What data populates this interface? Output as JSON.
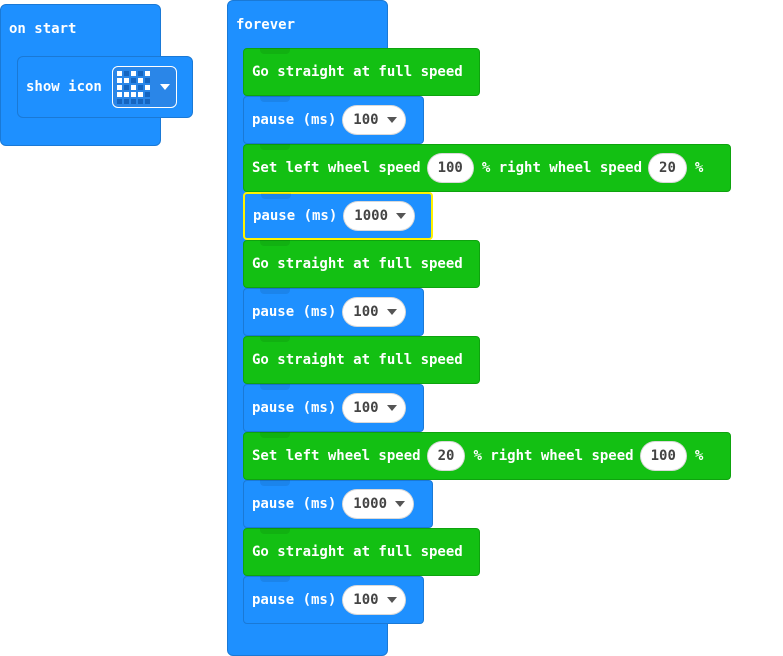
{
  "on_start": {
    "label": "on start",
    "show_icon_label": "show icon",
    "icon_pattern": [
      [
        1,
        0,
        1,
        0,
        1
      ],
      [
        1,
        1,
        0,
        1,
        0
      ],
      [
        1,
        0,
        1,
        0,
        1
      ],
      [
        1,
        1,
        1,
        1,
        0
      ],
      [
        0,
        0,
        0,
        0,
        0
      ]
    ]
  },
  "forever": {
    "label": "forever",
    "blocks": [
      {
        "type": "straight",
        "label": "Go straight at full speed"
      },
      {
        "type": "pause",
        "label": "pause (ms)",
        "value": "100"
      },
      {
        "type": "wheels",
        "left_label": "Set left wheel speed",
        "left_value": "100",
        "right_label": "% right wheel speed",
        "right_value": "20",
        "unit": "%"
      },
      {
        "type": "pause",
        "label": "pause (ms)",
        "value": "1000"
      },
      {
        "type": "straight",
        "label": "Go straight at full speed"
      },
      {
        "type": "pause",
        "label": "pause (ms)",
        "value": "100"
      },
      {
        "type": "straight",
        "label": "Go straight at full speed"
      },
      {
        "type": "pause",
        "label": "pause (ms)",
        "value": "100"
      },
      {
        "type": "wheels",
        "left_label": "Set left wheel speed",
        "left_value": "20",
        "right_label": "% right wheel speed",
        "right_value": "100",
        "unit": "%"
      },
      {
        "type": "pause",
        "label": "pause (ms)",
        "value": "1000"
      },
      {
        "type": "straight",
        "label": "Go straight at full speed"
      },
      {
        "type": "pause",
        "label": "pause (ms)",
        "value": "100"
      }
    ]
  },
  "colors": {
    "blue": "#1e90ff",
    "green": "#13c013",
    "selected": "#fff200"
  }
}
